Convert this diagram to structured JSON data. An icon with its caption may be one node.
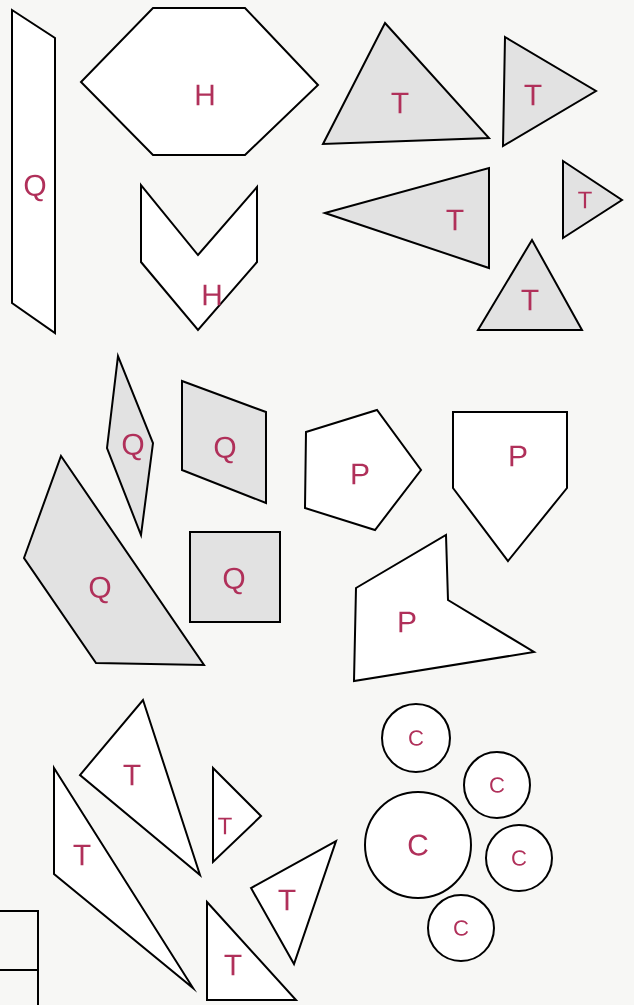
{
  "diagram": {
    "nodes": [
      {
        "text": [
          "Q"
        ]
      },
      {
        "text": [
          "H"
        ]
      },
      {
        "text": [
          "T"
        ]
      },
      {
        "text": [
          "T"
        ]
      },
      {
        "text": [
          "H"
        ]
      },
      {
        "text": [
          "T"
        ]
      },
      {
        "text": [
          "T"
        ]
      },
      {
        "text": [
          "T"
        ]
      },
      {
        "text": [
          "Q"
        ]
      },
      {
        "text": [
          "Q"
        ]
      },
      {
        "text": [
          "P"
        ]
      },
      {
        "text": [
          "P"
        ]
      },
      {
        "text": [
          "Q"
        ]
      },
      {
        "text": [
          "Q"
        ]
      },
      {
        "text": [
          "P"
        ]
      },
      {
        "text": [
          "T"
        ]
      },
      {
        "text": [
          "T"
        ]
      },
      {
        "text": [
          "T"
        ]
      },
      {
        "text": [
          "T"
        ]
      },
      {
        "text": [
          "T"
        ]
      },
      {
        "text": [
          "C"
        ]
      },
      {
        "text": [
          "C"
        ]
      },
      {
        "text": [
          "C"
        ]
      },
      {
        "text": [
          "C"
        ]
      },
      {
        "text": [
          "C"
        ]
      }
    ]
  }
}
